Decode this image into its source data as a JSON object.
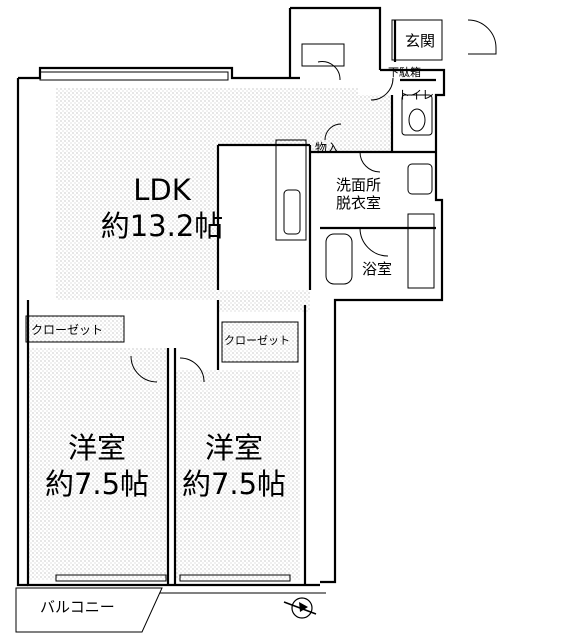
{
  "rooms": {
    "ldk": {
      "name": "LDK",
      "size": "約13.2帖"
    },
    "western1": {
      "name": "洋室",
      "size": "約7.5帖"
    },
    "western2": {
      "name": "洋室",
      "size": "約7.5帖"
    },
    "entrance": "玄関",
    "shoe_box": "下駄箱",
    "toilet": "トイレ",
    "storage": "物入",
    "washroom_line1": "洗面所",
    "washroom_line2": "脱衣室",
    "bathroom": "浴室",
    "closet1": "クローゼット",
    "closet2": "クローゼット",
    "balcony": "バルコニー"
  },
  "icons": {
    "compass": "north-arrow-icon"
  },
  "colors": {
    "wall": "#000000",
    "floor_dots": "#8a8a8a",
    "background": "#ffffff"
  }
}
